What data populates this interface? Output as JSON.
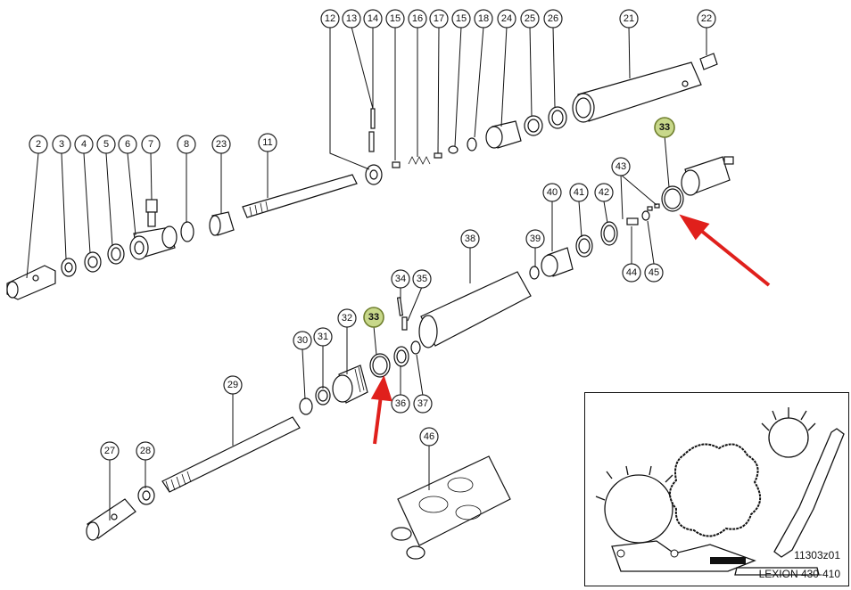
{
  "callouts": {
    "c2": "2",
    "c3": "3",
    "c4": "4",
    "c5": "5",
    "c6": "6",
    "c7": "7",
    "c8": "8",
    "c23": "23",
    "c11": "11",
    "c12": "12",
    "c13": "13",
    "c14": "14",
    "c15a": "15",
    "c16": "16",
    "c17": "17",
    "c15b": "15",
    "c18": "18",
    "c24": "24",
    "c25": "25",
    "c26": "26",
    "c21": "21",
    "c22": "22",
    "c33a": "33",
    "c43": "43",
    "c40": "40",
    "c41": "41",
    "c42": "42",
    "c38": "38",
    "c39": "39",
    "c44": "44",
    "c45": "45",
    "c34": "34",
    "c35": "35",
    "c33b": "33",
    "c32": "32",
    "c30": "30",
    "c31": "31",
    "c29": "29",
    "c36": "36",
    "c37": "37",
    "c46": "46",
    "c27": "27",
    "c28": "28"
  },
  "highlight_color": "#c8d88a",
  "arrow_color": "#e0201c",
  "drawing_number": "11303z01",
  "model_label": "LEXION 430-410"
}
